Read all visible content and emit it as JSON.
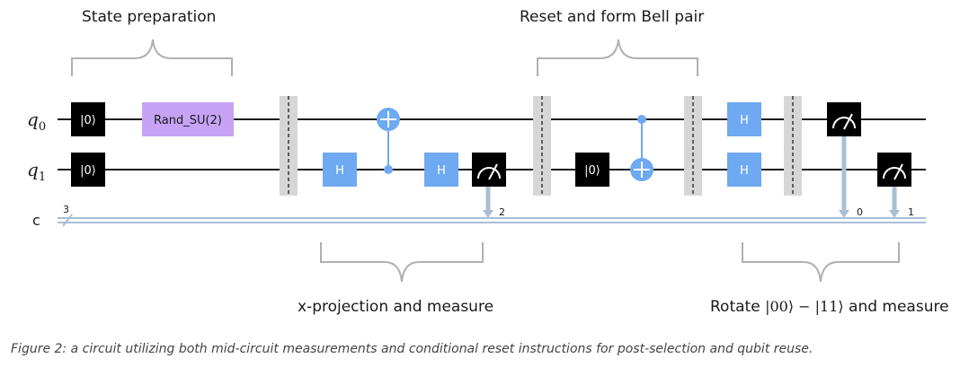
{
  "colors": {
    "wire": "#1a1a1a",
    "classical_wire": "#a9bfd4",
    "hadamard": "#6ea9f2",
    "cnot": "#6ea9f2",
    "reset": "#000000",
    "measure": "#000000",
    "su2": "#c7a2f5",
    "barrier": "#d6d6d6",
    "brace": "#b0b0b0"
  },
  "labels": {
    "state_preparation": "State preparation",
    "reset_bell": "Reset and form Bell pair",
    "x_projection": "x-projection and measure",
    "rotate_prefix": "Rotate ",
    "rotate_math": "|00⟩ − |11⟩",
    "rotate_suffix": " and measure"
  },
  "wires": {
    "q0_main": "q",
    "q0_sub": "0",
    "q1_main": "q",
    "q1_sub": "1",
    "c": "c",
    "c_width": "3"
  },
  "gates": {
    "reset": "|0⟩",
    "su2": "Rand_SU(2)",
    "h": "H"
  },
  "measure_bits": {
    "q1_first": "2",
    "q0_final": "0",
    "q1_final": "1"
  },
  "caption": "Figure 2: a circuit utilizing both mid-circuit measurements and conditional reset instructions for post-selection and qubit reuse."
}
